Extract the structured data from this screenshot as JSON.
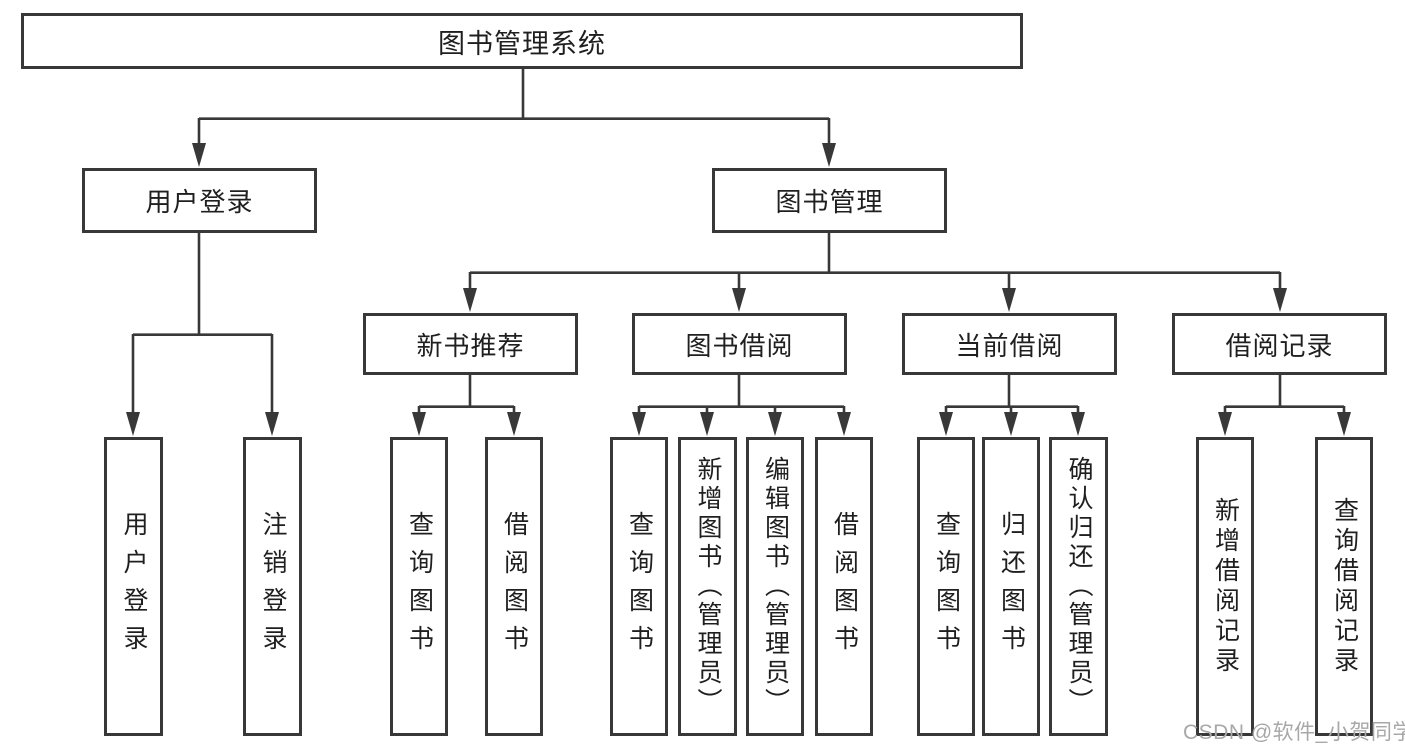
{
  "diagram": {
    "title": "图书管理系统",
    "type": "hierarchy",
    "tree": {
      "label": "图书管理系统",
      "children": [
        {
          "label": "用户登录",
          "children": [
            {
              "label": "用户登录"
            },
            {
              "label": "注销登录"
            }
          ]
        },
        {
          "label": "图书管理",
          "children": [
            {
              "label": "新书推荐",
              "children": [
                {
                  "label": "查询图书"
                },
                {
                  "label": "借阅图书"
                }
              ]
            },
            {
              "label": "图书借阅",
              "children": [
                {
                  "label": "查询图书"
                },
                {
                  "label": "新增图书（管理员）"
                },
                {
                  "label": "编辑图书（管理员）"
                },
                {
                  "label": "借阅图书"
                }
              ]
            },
            {
              "label": "当前借阅",
              "children": [
                {
                  "label": "查询图书"
                },
                {
                  "label": "归还图书"
                },
                {
                  "label": "确认归还（管理员）"
                }
              ]
            },
            {
              "label": "借阅记录",
              "children": [
                {
                  "label": "新增借阅记录"
                },
                {
                  "label": "查询借阅记录"
                }
              ]
            }
          ]
        }
      ]
    }
  },
  "watermark": {
    "text": "CSDN @软件_小贺同学"
  },
  "colors": {
    "line": "#383838",
    "text": "#1f1f1f",
    "background": "#ffffff",
    "watermark": "#a8a8a8"
  }
}
